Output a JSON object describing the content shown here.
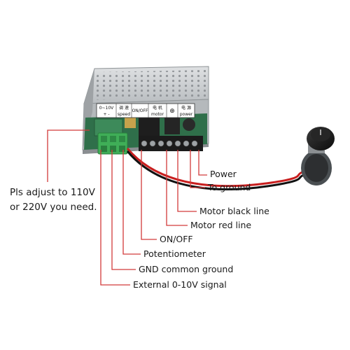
{
  "module": {
    "label_strip": [
      {
        "top": "0~10V",
        "bottom": "+  -"
      },
      {
        "top": "调 速",
        "bottom": "speed"
      },
      {
        "top": "ON/OFF",
        "bottom": ""
      },
      {
        "top": "电 机",
        "bottom": "motor"
      },
      {
        "top": "⊕",
        "bottom": ""
      },
      {
        "top": "电 源",
        "bottom": "power"
      }
    ]
  },
  "note": {
    "line1": "Pls adjust to 110V",
    "line2": "or 220V you need."
  },
  "callouts": [
    {
      "label": "Power"
    },
    {
      "label": "To ground"
    },
    {
      "label": "Motor black line"
    },
    {
      "label": "Motor red line"
    },
    {
      "label": "ON/OFF"
    },
    {
      "label": "Potentiometer"
    },
    {
      "label": "GND common ground"
    },
    {
      "label": "External 0-10V signal"
    }
  ],
  "colors": {
    "leader_line": "#d23a3a",
    "case_metal": "#c9ccce",
    "terminal_green": "#3fae57",
    "terminal_black": "#1b1b1b",
    "wire_red": "#c81e1e",
    "wire_black": "#111111",
    "knob": "#1c1c1c"
  }
}
